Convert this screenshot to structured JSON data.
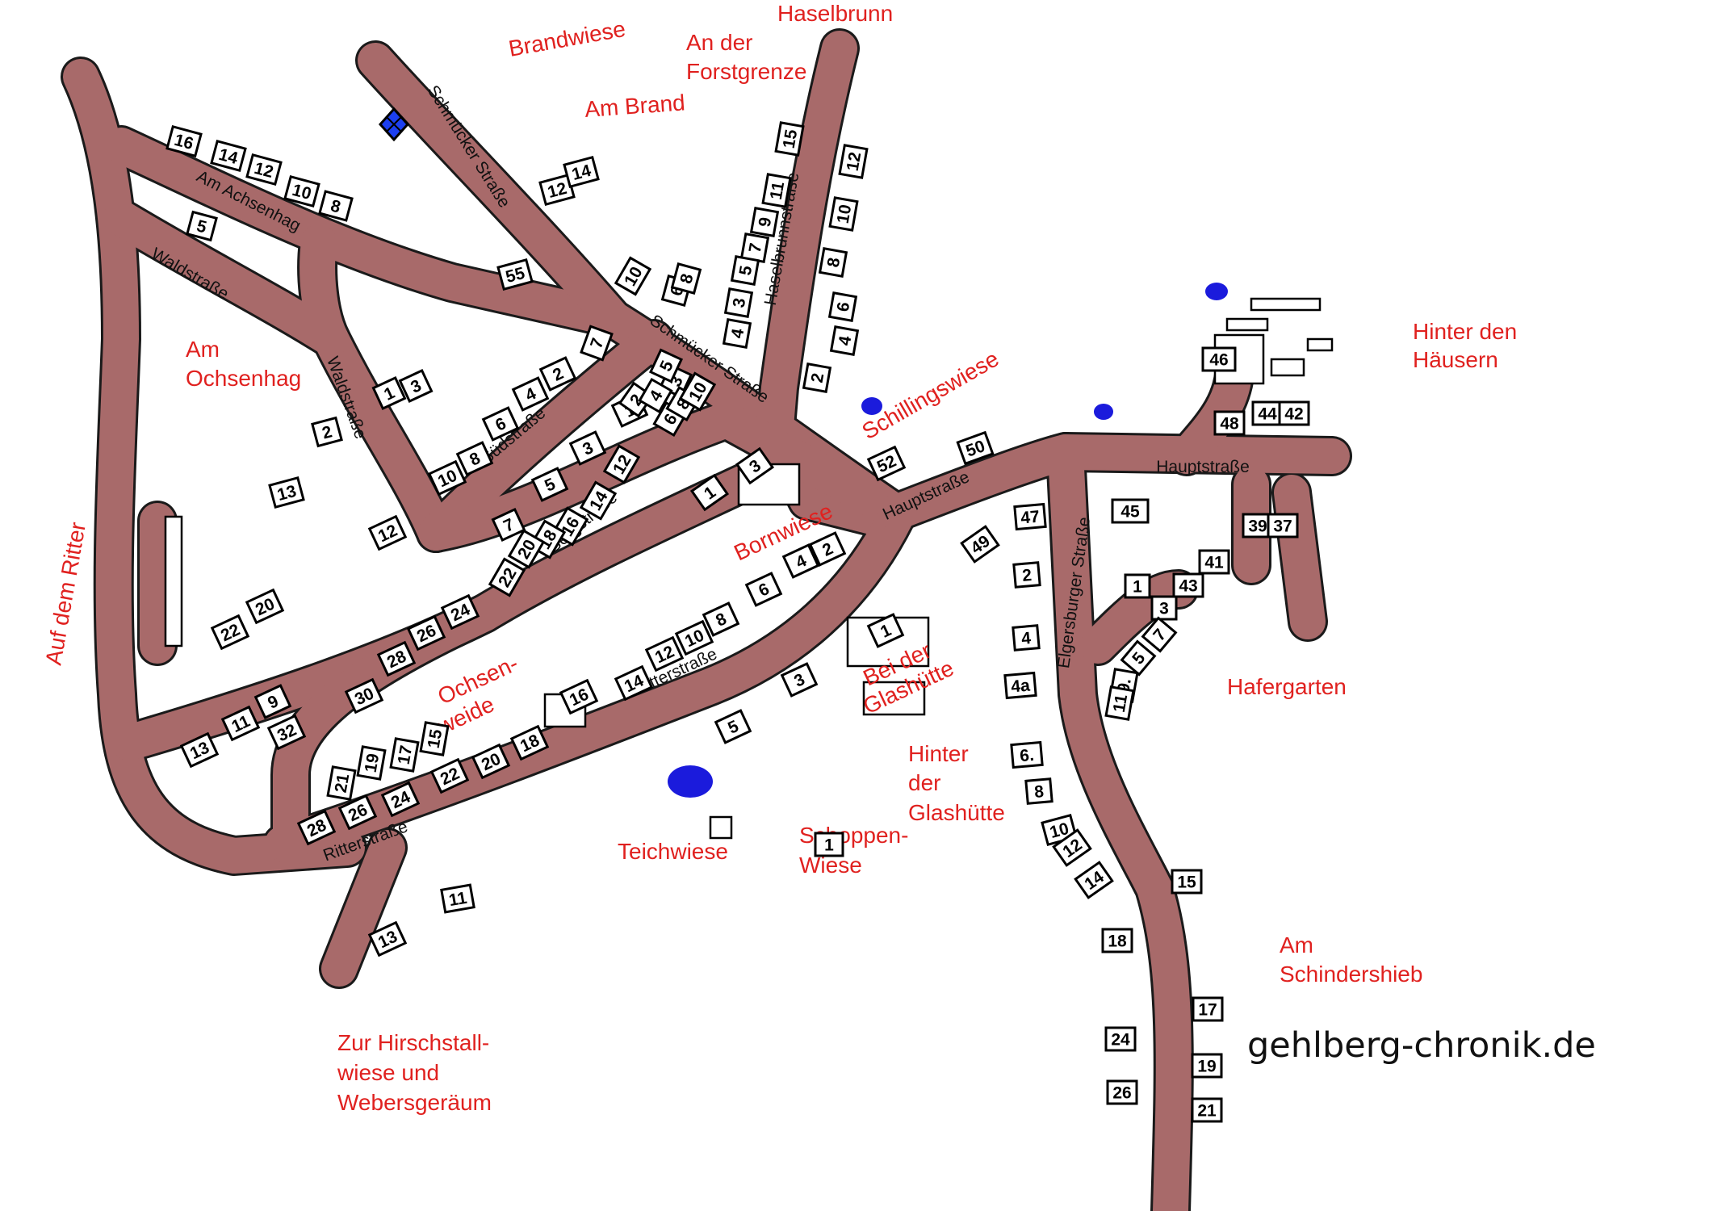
{
  "streets": {
    "am_achsenhag": "Am Achsenhag",
    "waldstrasse_upper": "Waldstraße",
    "waldstrasse_lower": "Waldstraße",
    "schmuecker_upper": "Schmücker Straße",
    "schmuecker_lower": "Schmücker Straße",
    "haselbrunnstrasse": "Haselbrunnstraße",
    "suedstrasse": "Südstraße",
    "bergstrasse": "Bergstraße",
    "ritterstrasse_upper": "Ritterstraße",
    "ritterstrasse_lower": "Ritterstraße",
    "hauptstrasse_west": "Hauptstraße",
    "hauptstrasse_east": "Hauptstraße",
    "elgersburger": "Elgersburger Straße"
  },
  "areas": {
    "haselbrunn": "Haselbrunn",
    "brandwiese": "Brandwiese",
    "forstgrenze_1": "An der",
    "forstgrenze_2": "Forstgrenze",
    "am_brand": "Am Brand",
    "hinter_haeusern_1": "Hinter den",
    "hinter_haeusern_2": "Häusern",
    "ochsenhag_1": "Am",
    "ochsenhag_2": "Ochsenhag",
    "schillingswiese": "Schillingswiese",
    "bornwiese": "Bornwiese",
    "auf_dem_ritter": "Auf dem Ritter",
    "ochsenweide_1": "Ochsen-",
    "ochsenweide_2": "weide",
    "glashuette_bei_1": "Bei der",
    "glashuette_bei_2": "Glashütte",
    "hafergarten": "Hafergarten",
    "glashuette_hinter_1": "Hinter",
    "glashuette_hinter_2": "der",
    "glashuette_hinter_3": "Glashütte",
    "schoppen_1": "Schoppen-",
    "schoppen_2": "Wiese",
    "teichwiese": "Teichwiese",
    "schindershieb_1": "Am",
    "schindershieb_2": "Schindershieb",
    "hirschstall_1": "Zur Hirschstall-",
    "hirschstall_2": "wiese und",
    "hirschstall_3": "Webersgeräum"
  },
  "houses": [
    "16",
    "14",
    "12",
    "10",
    "8",
    "5",
    "12",
    "14",
    "55",
    "10",
    "6",
    "8",
    "15",
    "12",
    "11",
    "9",
    "7",
    "5",
    "3",
    "10",
    "8",
    "6",
    "4",
    "4",
    "2",
    "7",
    "2",
    "4",
    "6",
    "10",
    "8",
    "1",
    "3",
    "3",
    "5",
    "5",
    "3",
    "1",
    "2",
    "4",
    "6",
    "8",
    "10",
    "12",
    "14",
    "16",
    "18",
    "20",
    "22",
    "1",
    "3",
    "1",
    "2",
    "4",
    "6",
    "8",
    "10",
    "12",
    "14",
    "3",
    "5",
    "7",
    "12",
    "2",
    "13",
    "22",
    "20",
    "24",
    "26",
    "28",
    "30",
    "9",
    "32",
    "11",
    "13",
    "15",
    "17",
    "19",
    "21",
    "16",
    "18",
    "20",
    "22",
    "24",
    "26",
    "28",
    "11",
    "13",
    "1",
    "52",
    "50",
    "49",
    "47",
    "2",
    "4",
    "4a",
    "6.",
    "8",
    "10",
    "12",
    "14",
    "18",
    "24",
    "26",
    "15",
    "17",
    "19",
    "21",
    "46",
    "48",
    "44",
    "42",
    "45",
    "39",
    "37",
    "41",
    "43",
    "1",
    "3",
    "5",
    "7",
    "9.",
    "11"
  ],
  "watermark": "gehlberg-chronik.de",
  "colors": {
    "road": "#a86a6a",
    "road_outline": "#1a1a1a",
    "area_label": "#e0211f",
    "pond": "#1b1bdc",
    "chapel_marker": "#1c3ff0"
  }
}
